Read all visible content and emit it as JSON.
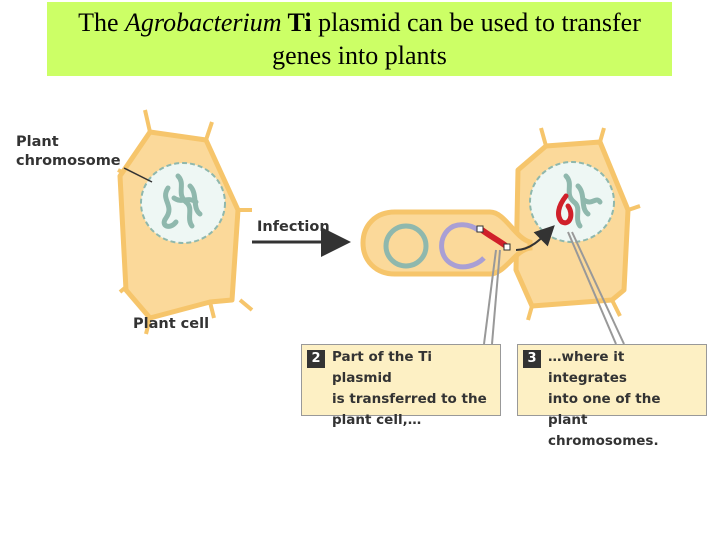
{
  "title": {
    "part1": "The ",
    "italic": "Agrobacterium",
    "bold": " Ti",
    "part2": " plasmid can be used to transfer genes into plants"
  },
  "labels": {
    "plant_chromosome_line1": "Plant",
    "plant_chromosome_line2": "chromosome",
    "plant_cell": "Plant cell",
    "infection": "Infection"
  },
  "callouts": [
    {
      "number": "2",
      "lines": [
        "Part of the Ti plasmid",
        "is transferred to the",
        "plant cell,…"
      ]
    },
    {
      "number": "3",
      "lines": [
        "…where it integrates",
        "into one of the plant",
        "chromosomes."
      ]
    }
  ],
  "colors": {
    "title_bg": "#ccff66",
    "cell_fill": "#fbd99a",
    "cell_wall": "#f6c56b",
    "nucleus": "#eef7f4",
    "chromosome": "#8fb8ad",
    "plasmid_purple": "#a99fd4",
    "t_dna_red": "#d0202a",
    "callout_bg": "#fdf0c4"
  }
}
